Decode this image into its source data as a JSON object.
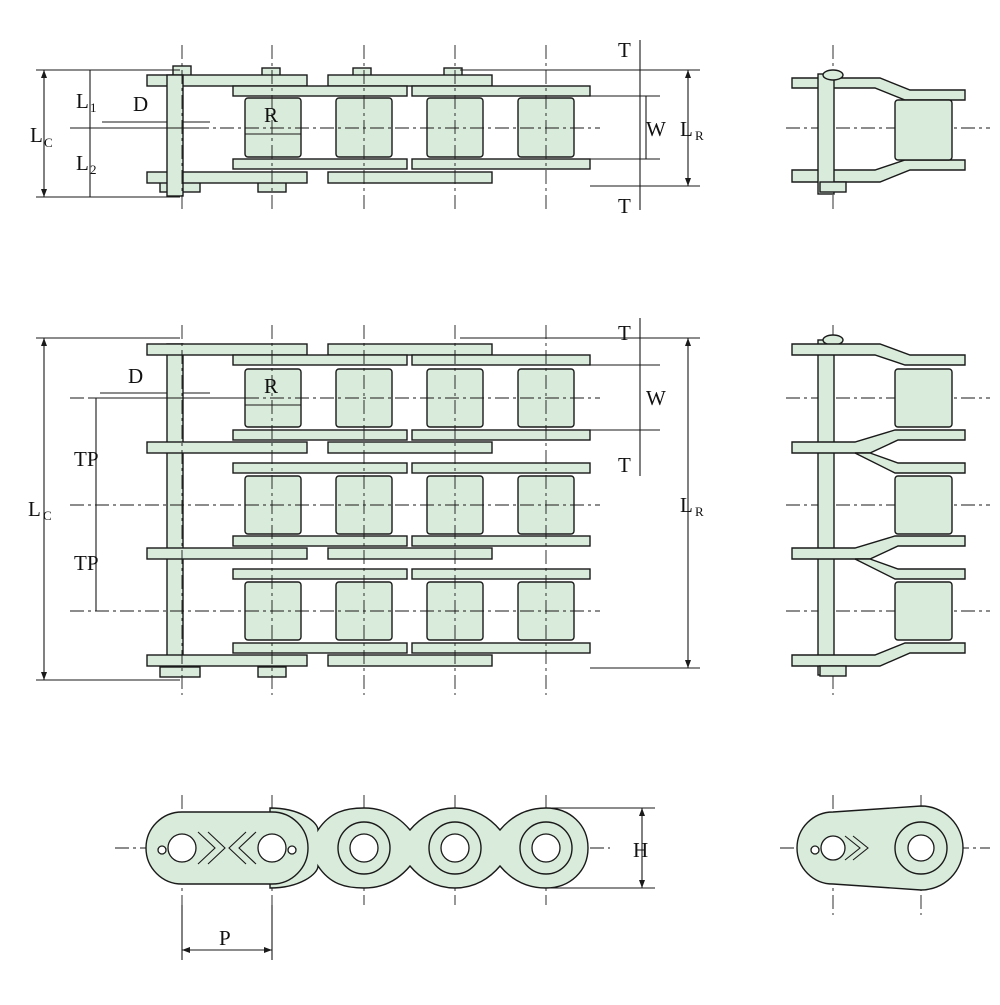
{
  "colors": {
    "fill": "#d9ebda",
    "stroke": "#1a1a1a",
    "background": "#ffffff"
  },
  "labels": {
    "T": "T",
    "W": "W",
    "D": "D",
    "R": "R",
    "L": "L",
    "sub_1": "1",
    "sub_2": "2",
    "sub_C": "C",
    "sub_R": "R",
    "TP": "TP",
    "H": "H",
    "P": "P"
  }
}
